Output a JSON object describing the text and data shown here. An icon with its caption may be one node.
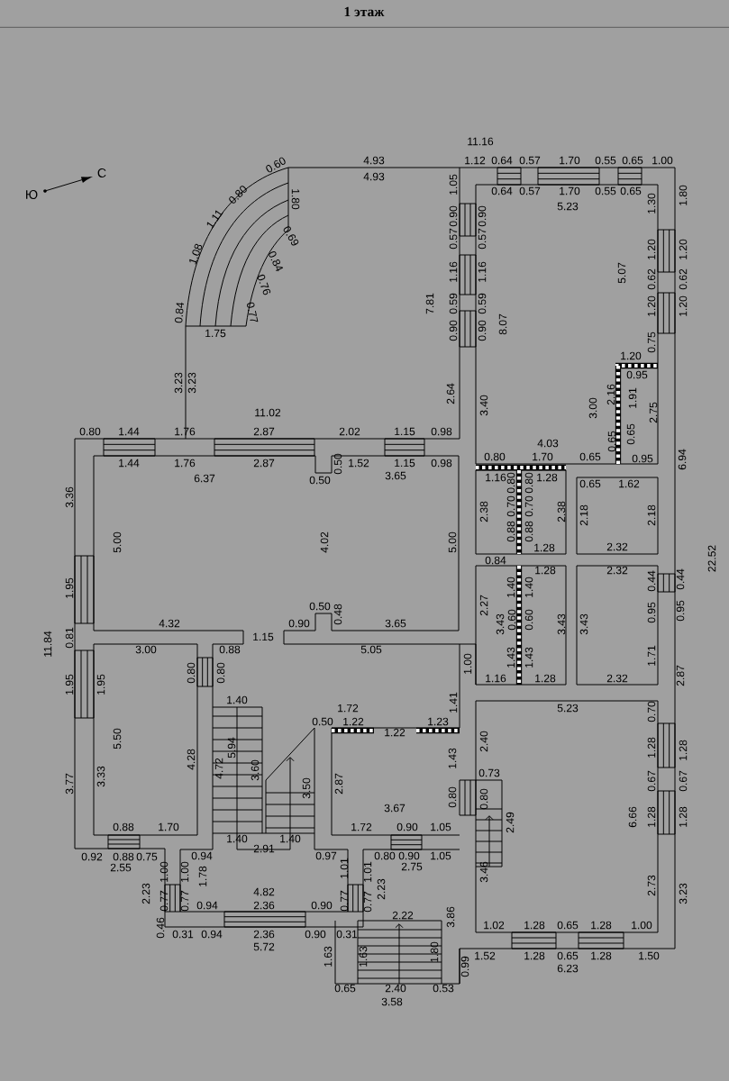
{
  "diagram": {
    "title": "1 этаж",
    "labels": [
      "Ю",
      "С",
      "0.60",
      "0.80",
      "1.11",
      "1.08",
      "0.84",
      "1.80",
      "0.69",
      "0.84",
      "0.76",
      "0.77",
      "1.75",
      "4.93",
      "4.93",
      "11.16",
      "1.12",
      "0.64",
      "0.57",
      "1.70",
      "0.55",
      "0.65",
      "1.00",
      "1.05",
      "0.90",
      "0.57",
      "1.16",
      "0.59",
      "0.90",
      "0.64",
      "0.57",
      "1.70",
      "0.55",
      "0.65",
      "1.80",
      "5.23",
      "1.30",
      "0.90",
      "0.57",
      "1.16",
      "0.59",
      "0.90",
      "1.20",
      "1.20",
      "0.62",
      "0.62",
      "1.20",
      "1.20",
      "0.75",
      "5.07",
      "7.81",
      "8.07",
      "1.20",
      "0.95",
      "3.23",
      "3.23",
      "2.64",
      "3.40",
      "3.00",
      "2.16",
      "1.91",
      "2.75",
      "11.02",
      "0.80",
      "1.44",
      "1.76",
      "2.87",
      "2.02",
      "1.15",
      "0.98",
      "4.03",
      "0.65",
      "0.65",
      "6.94",
      "0.80",
      "1.70",
      "0.65",
      "0.95",
      "1.44",
      "1.76",
      "2.87",
      "0.50",
      "1.52",
      "1.15",
      "0.98",
      "6.37",
      "0.50",
      "3.65",
      "1.16",
      "0.80",
      "0.80",
      "1.28",
      "0.65",
      "1.62",
      "3.36",
      "2.38",
      "0.70",
      "0.70",
      "2.38",
      "2.18",
      "2.18",
      "5.00",
      "4.02",
      "5.00",
      "0.88",
      "0.88",
      "1.28",
      "2.32",
      "22.52",
      "0.84",
      "1.28",
      "2.32",
      "1.95",
      "1.40",
      "1.40",
      "0.44",
      "0.44",
      "2.27",
      "0.50",
      "0.48",
      "0.95",
      "0.95",
      "4.32",
      "0.90",
      "3.65",
      "3.43",
      "0.60",
      "0.60",
      "3.43",
      "3.43",
      "11.84",
      "0.81",
      "1.15",
      "3.00",
      "0.88",
      "5.05",
      "1.00",
      "1.43",
      "1.43",
      "1.71",
      "0.80",
      "0.80",
      "2.87",
      "1.16",
      "1.28",
      "2.32",
      "1.95",
      "1.95",
      "1.40",
      "1.41",
      "1.72",
      "5.23",
      "0.70",
      "0.50",
      "1.22",
      "1.22",
      "1.23",
      "5.50",
      "4.28",
      "5.94",
      "1.43",
      "2.40",
      "1.28",
      "1.28",
      "3.77",
      "3.33",
      "4.72",
      "3.60",
      "3.50",
      "2.87",
      "0.73",
      "0.67",
      "0.67",
      "3.67",
      "0.80",
      "0.80",
      "0.88",
      "1.70",
      "1.72",
      "0.90",
      "1.05",
      "2.49",
      "6.66",
      "1.28",
      "1.28",
      "1.40",
      "1.40",
      "2.91",
      "0.92",
      "0.88",
      "0.75",
      "0.94",
      "0.97",
      "0.80",
      "0.90",
      "1.05",
      "2.55",
      "1.00",
      "1.00",
      "1.78",
      "1.01",
      "1.01",
      "2.75",
      "3.46",
      "2.23",
      "0.77",
      "0.77",
      "4.82",
      "0.77",
      "0.77",
      "2.23",
      "2.73",
      "3.23",
      "0.94",
      "2.36",
      "0.90",
      "2.22",
      "3.86",
      "1.02",
      "1.28",
      "0.65",
      "1.28",
      "1.00",
      "0.46",
      "0.31",
      "0.94",
      "2.36",
      "0.90",
      "0.31",
      "5.72",
      "1.63",
      "1.63",
      "1.80",
      "1.52",
      "1.28",
      "0.65",
      "1.28",
      "1.50",
      "0.99",
      "6.23",
      "0.65",
      "2.40",
      "0.53",
      "3.58"
    ]
  }
}
